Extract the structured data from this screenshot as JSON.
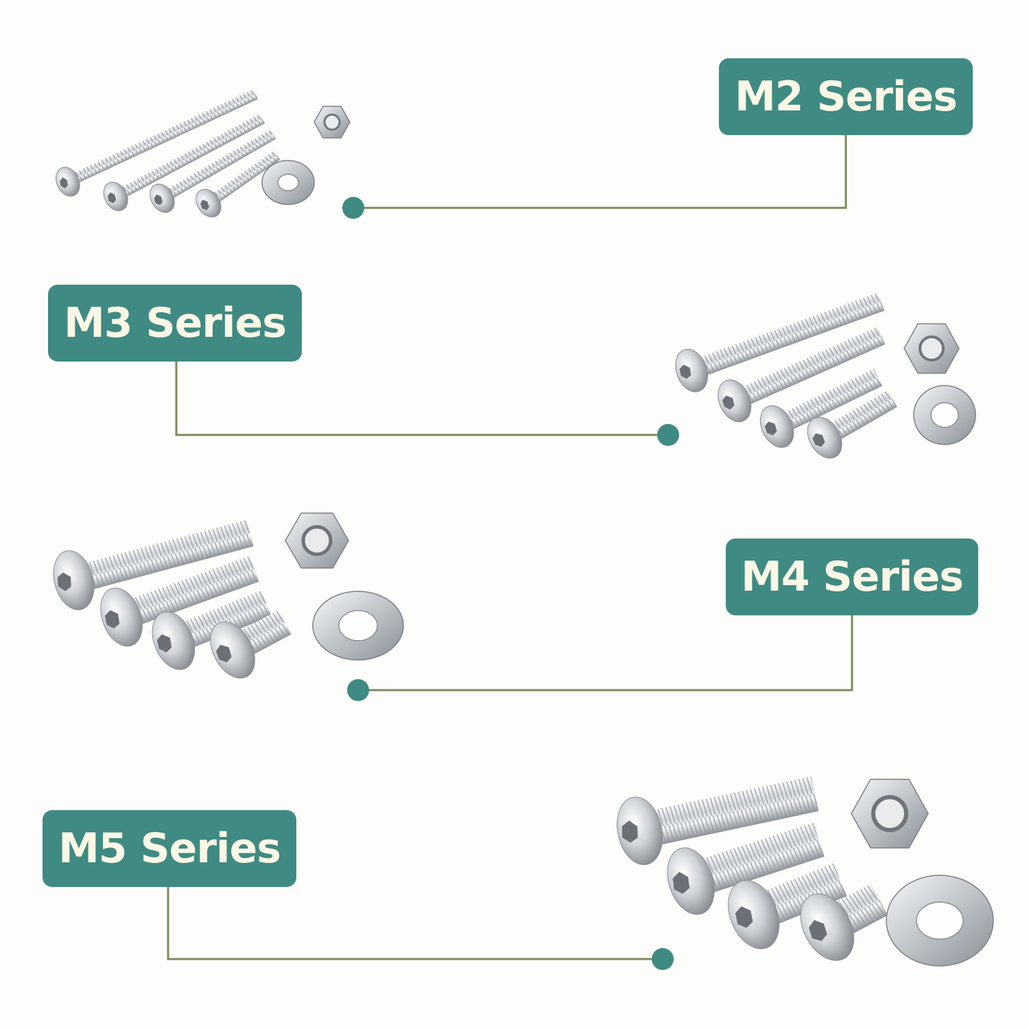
{
  "colors": {
    "accent": "#3f8a82",
    "label_text": "#fbf7e6",
    "connector": "#7c8a5c",
    "steel_light": "#f2f3f4",
    "steel_mid": "#b9bec3",
    "steel_dark": "#7b8086"
  },
  "series": [
    {
      "id": "m2",
      "label": "M2 Series",
      "screws": 4,
      "has_nut": true,
      "has_washer": true
    },
    {
      "id": "m3",
      "label": "M3 Series",
      "screws": 4,
      "has_nut": true,
      "has_washer": true
    },
    {
      "id": "m4",
      "label": "M4 Series",
      "screws": 4,
      "has_nut": true,
      "has_washer": true
    },
    {
      "id": "m5",
      "label": "M5 Series",
      "screws": 4,
      "has_nut": true,
      "has_washer": true
    }
  ],
  "icons": [
    "button-head-screw-icon",
    "hex-nut-icon",
    "flat-washer-icon",
    "connector-dot-icon"
  ]
}
